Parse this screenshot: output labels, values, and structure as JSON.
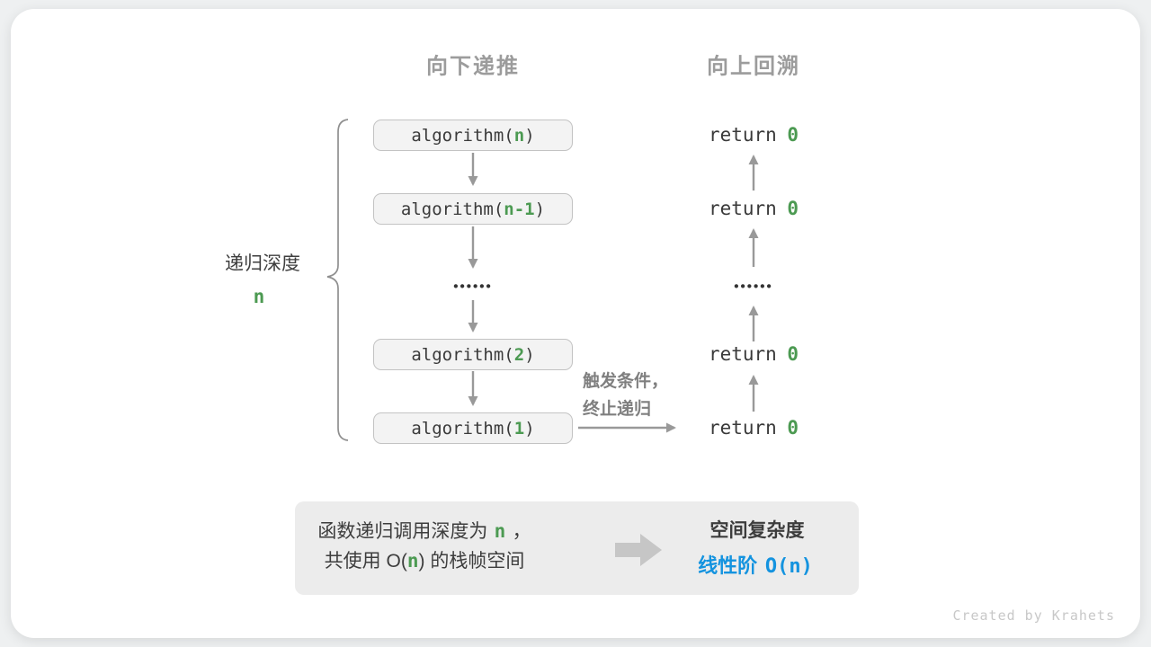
{
  "labels": {
    "header_down": "向下递推",
    "header_up": "向上回溯",
    "depth_label": "递归深度",
    "depth_var": "n",
    "trigger_line1": "触发条件，",
    "trigger_line2": "终止递归",
    "dots": "••••••",
    "credit": "Created by Krahets"
  },
  "stack": {
    "boxes": [
      {
        "pre": "algorithm(",
        "arg": "n",
        "post": ")"
      },
      {
        "pre": "algorithm(",
        "arg": "n-1",
        "post": ")"
      },
      {
        "pre": "algorithm(",
        "arg": "2",
        "post": ")"
      },
      {
        "pre": "algorithm(",
        "arg": "1",
        "post": ")"
      }
    ]
  },
  "returns": {
    "keyword": "return",
    "value": "0"
  },
  "summary": {
    "line1_pre": "函数递归调用深度为",
    "line1_var": "n",
    "line1_post": "，",
    "line2_pre": "共使用 O(",
    "line2_var": "n",
    "line2_post": ") 的栈帧空间",
    "result_title": "空间复杂度",
    "result_pre": "线性阶",
    "result_code": "O(n)"
  },
  "colors": {
    "green": "#4c9a52",
    "blue": "#1493df",
    "text_dark": "#3a3a3a",
    "gray_header": "#9c9c9c",
    "arrow_gray": "#999999",
    "box_bg": "#f3f3f3",
    "box_border": "#c3c3c3",
    "summary_bg": "#ececec"
  }
}
